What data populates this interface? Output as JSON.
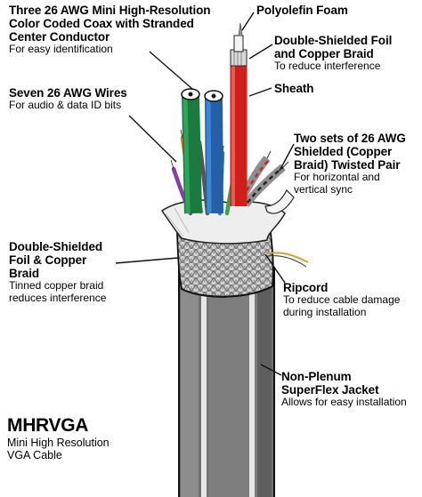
{
  "labels": {
    "coax": {
      "title_lines": [
        "Three 26 AWG Mini High-Resolution",
        "Color Coded Coax with Stranded",
        "Center Conductor"
      ],
      "sub_lines": [
        "For easy identification"
      ]
    },
    "foam": {
      "title_lines": [
        "Polyolefin Foam"
      ],
      "sub_lines": []
    },
    "foil_top": {
      "title_lines": [
        "Double-Shielded Foil",
        "and Copper Braid"
      ],
      "sub_lines": [
        "To reduce interference"
      ]
    },
    "sheath": {
      "title_lines": [
        "Sheath"
      ],
      "sub_lines": []
    },
    "wires": {
      "title_lines": [
        "Seven 26 AWG Wires"
      ],
      "sub_lines": [
        "For audio & data ID bits"
      ]
    },
    "pairs": {
      "title_lines": [
        "Two sets of  26 AWG",
        "Shielded (Copper",
        "Braid) Twisted Pair"
      ],
      "sub_lines": [
        "For horizontal and",
        "vertical sync"
      ]
    },
    "braid": {
      "title_lines": [
        "Double-Shielded",
        "Foil & Copper",
        "Braid"
      ],
      "sub_lines": [
        "Tinned copper braid",
        "reduces interference"
      ]
    },
    "ripcord": {
      "title_lines": [
        "Ripcord"
      ],
      "sub_lines": [
        "To reduce cable damage",
        "during installation"
      ]
    },
    "jacket": {
      "title_lines": [
        "Non-Plenum",
        "SuperFlex Jacket"
      ],
      "sub_lines": [
        "Allows for easy installation"
      ]
    }
  },
  "product": {
    "name": "MHRVGA",
    "desc_lines": [
      "Mini High Resolution",
      "VGA Cable"
    ]
  },
  "colors": {
    "jacket": "#8a8a8a",
    "jacket_dark": "#5f5f5f",
    "jacket_stripe": "#cfcfcf",
    "coax_green": "#1e8c4a",
    "coax_blue": "#2f6fc0",
    "coax_red": "#d8231f",
    "foil": "#e6e6e6",
    "braid": "#9a9a9a",
    "sheath": "#cfd3d6"
  }
}
